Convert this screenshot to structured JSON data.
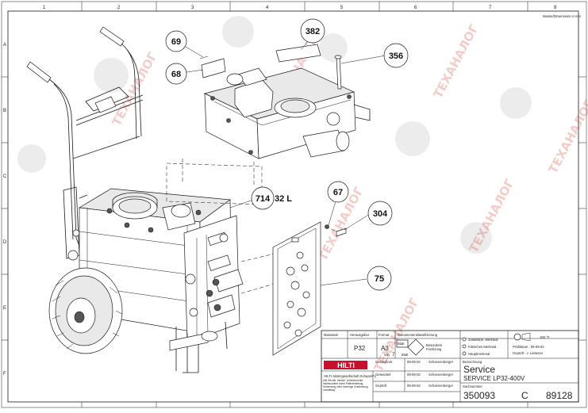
{
  "header_note": "Masse/Dimensions in mm",
  "frame": {
    "top_grid": [
      "1",
      "2",
      "3",
      "4",
      "5",
      "6",
      "7",
      "8"
    ],
    "side_grid": [
      "A",
      "B",
      "C",
      "D",
      "E",
      "F"
    ]
  },
  "callouts": {
    "c69": "69",
    "c68": "68",
    "c382": "382",
    "c356": "356",
    "c714": "714",
    "c714_text": "32 L",
    "c67": "67",
    "c304": "304",
    "c75": "75"
  },
  "watermark": {
    "text": "ТЕХАНАЛОГ",
    "logo": "bear-logo"
  },
  "title_block": {
    "massstab_label": "Massstab",
    "massstab_value": "",
    "herausgeber_label": "Herausgeber",
    "herausgeber_value": "P32",
    "format_label": "Format",
    "format_value": "A3",
    "blatt_label": "Blatt",
    "blatt_value": "1",
    "von_label": "von",
    "von_value": "7",
    "blatt2_label": "Blatt",
    "doc_class_label": "Dokumentenklassifizierung",
    "marks": [
      "Zulasssrel. Merkmal",
      "Kritisches Merkmal",
      "Hauptmerkmal"
    ],
    "special_req": [
      "Besondere",
      "Forderung"
    ],
    "tolerance": "ISO 2768-m",
    "dimensions_unit": "150 °F",
    "pruefdatum": "Prüfdatum : 08-08-02",
    "geprueft": "Geprüft : J. Liebener",
    "bezeichnung_label": "Bezeichnung",
    "bezeichnung_1": "Service",
    "bezeichnung_2": "SERVICE LP32-400V",
    "sachnummer_label": "Sachnummer",
    "sachnummer": "350093",
    "change": "C",
    "change_no": "89128",
    "brand": "HILTI",
    "company": "HILTI Aktiengesellschaft Schaan/FL",
    "rights": "Alle Rechte, einschl. Urheberrechte, insbesondere durch Patenterteilung, Verwertung ohne vorherige Zustimmung unzulässig.",
    "rows": [
      {
        "label": "Gezeichnet",
        "date": "08-08-02",
        "name": "Schoenenberger"
      },
      {
        "label": "Gesendert",
        "date": "08-08-02",
        "name": "Schoenenberger"
      },
      {
        "label": "Geprüft",
        "date": "08-08-02",
        "name": "Schoenenberger"
      }
    ]
  }
}
